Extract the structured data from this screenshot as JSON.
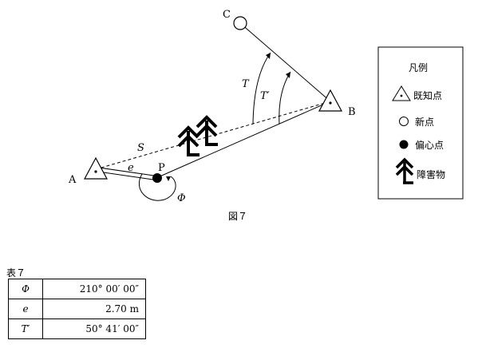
{
  "figure": {
    "points": {
      "A": "A",
      "B": "B",
      "C": "C",
      "P": "P"
    },
    "symbols": {
      "S": "S",
      "T": "T",
      "T_prime": "T′",
      "e": "e",
      "phi": "Φ"
    },
    "caption": "図７"
  },
  "legend": {
    "title": "凡例",
    "items": [
      {
        "icon": "triangle-dot-icon",
        "label": "既知点"
      },
      {
        "icon": "open-circle-icon",
        "label": "新点"
      },
      {
        "icon": "filled-circle-icon",
        "label": "偏心点"
      },
      {
        "icon": "obstacle-tree-icon",
        "label": "障害物"
      }
    ]
  },
  "table": {
    "title": "表７",
    "rows": [
      {
        "symbol": "Φ",
        "value": "210° 00′ 00″"
      },
      {
        "symbol": "e",
        "value": "2.70 m"
      },
      {
        "symbol": "T′",
        "value": "50° 41′ 00″"
      }
    ]
  },
  "colors": {
    "ink": "#000000",
    "background": "#ffffff"
  }
}
